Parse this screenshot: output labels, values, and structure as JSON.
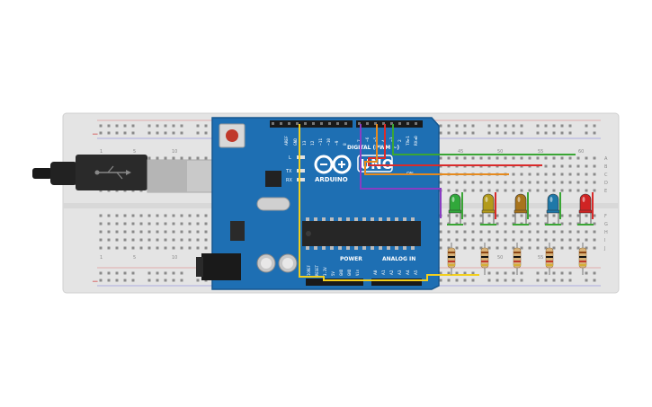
{
  "breadboard": {
    "column_numbers_top": [
      "1",
      "5",
      "10"
    ],
    "column_numbers_bottom": [
      "1",
      "5",
      "10"
    ],
    "right_numbers_top": [
      "45",
      "50",
      "55",
      "60"
    ],
    "right_numbers_bottom": [
      "50",
      "55"
    ],
    "row_letters_top": [
      "A",
      "B",
      "C",
      "D",
      "E"
    ],
    "row_letters_bottom": [
      "F",
      "G",
      "H",
      "I",
      "J"
    ],
    "rail_minus": "−",
    "rail_plus": "+"
  },
  "arduino": {
    "brand": "ARDUINO",
    "model": "UNO",
    "digital_label": "DIGITAL (PWM ~)",
    "power_label": "POWER",
    "analog_label": "ANALOG IN",
    "on_label": "ON",
    "led_labels": [
      "L",
      "TX",
      "RX"
    ],
    "header_top_labels": [
      "AREF",
      "GND",
      "13",
      "12",
      "~11",
      "~10",
      "~9",
      "8"
    ],
    "header_top_right_labels": [
      "7",
      "~6",
      "~5",
      "4",
      "~3",
      "2",
      "TX►1",
      "RX◄0"
    ],
    "power_pin_labels": [
      "IOREF",
      "RESET",
      "3.3V",
      "5V",
      "GND",
      "GND",
      "Vin"
    ],
    "analog_pin_labels": [
      "A0",
      "A1",
      "A2",
      "A3",
      "A4",
      "A5"
    ]
  },
  "leds": [
    {
      "name": "green",
      "color": "#31a83b"
    },
    {
      "name": "yellow",
      "color": "#b39b1b"
    },
    {
      "name": "orange",
      "color": "#a8741c"
    },
    {
      "name": "blue",
      "color": "#1f78a8"
    },
    {
      "name": "red",
      "color": "#d02424"
    }
  ],
  "wires": [
    {
      "name": "green-wire",
      "color": "#3aa635"
    },
    {
      "name": "red-wire",
      "color": "#d92b2b"
    },
    {
      "name": "orange-wire",
      "color": "#e58a1e"
    },
    {
      "name": "purple-wire",
      "color": "#8a3cc2"
    },
    {
      "name": "yellow-wire",
      "color": "#f2cf1d"
    }
  ],
  "colors": {
    "board_blue": "#1e6fb3",
    "breadboard": "#e6e6e6"
  }
}
